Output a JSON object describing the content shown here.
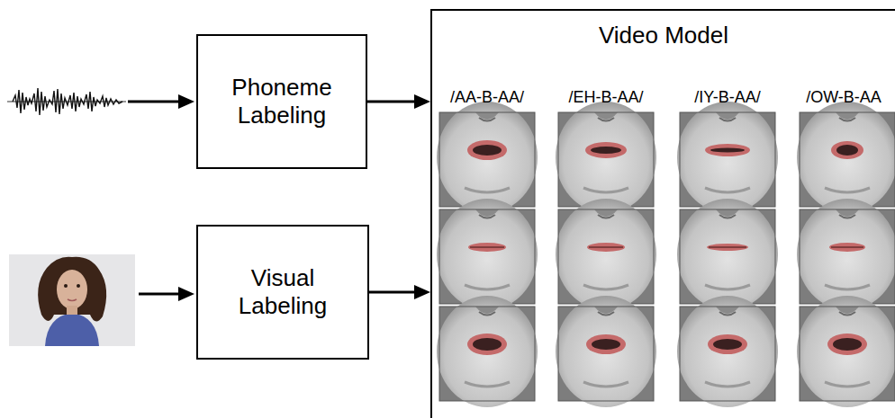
{
  "diagram": {
    "nodes": [
      {
        "text": [
          "Phoneme Labeling"
        ]
      },
      {
        "text": [
          "Visual Labeling"
        ]
      },
      {
        "text": [
          "Video Model"
        ]
      }
    ],
    "edges": [
      {
        "from": 0,
        "to": 2,
        "arrow": "to"
      },
      {
        "from": 1,
        "to": 2,
        "arrow": "to"
      }
    ],
    "labels": [
      "/AA-B-AA/",
      "/EH-B-AA/",
      "/IY-B-AA/",
      "/OW-B-AA"
    ]
  }
}
